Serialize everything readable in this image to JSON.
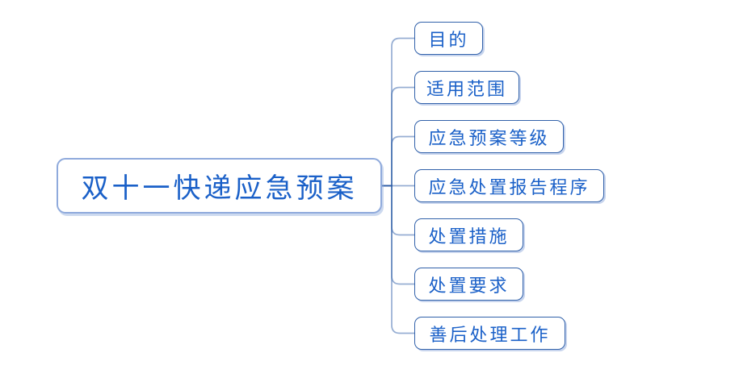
{
  "diagram": {
    "type": "mindmap",
    "root": {
      "label": "双十一快递应急预案"
    },
    "children": [
      {
        "label": "目的"
      },
      {
        "label": "适用范围"
      },
      {
        "label": "应急预案等级"
      },
      {
        "label": "应急处置报告程序"
      },
      {
        "label": "处置措施"
      },
      {
        "label": "处置要求"
      },
      {
        "label": "善后处理工作"
      }
    ],
    "colors": {
      "background": "#FFFFFF",
      "root_border": "#8FAADC",
      "child_border": "#3161AA",
      "text": "#1A60C8",
      "connector": "#2E5EA8"
    }
  }
}
